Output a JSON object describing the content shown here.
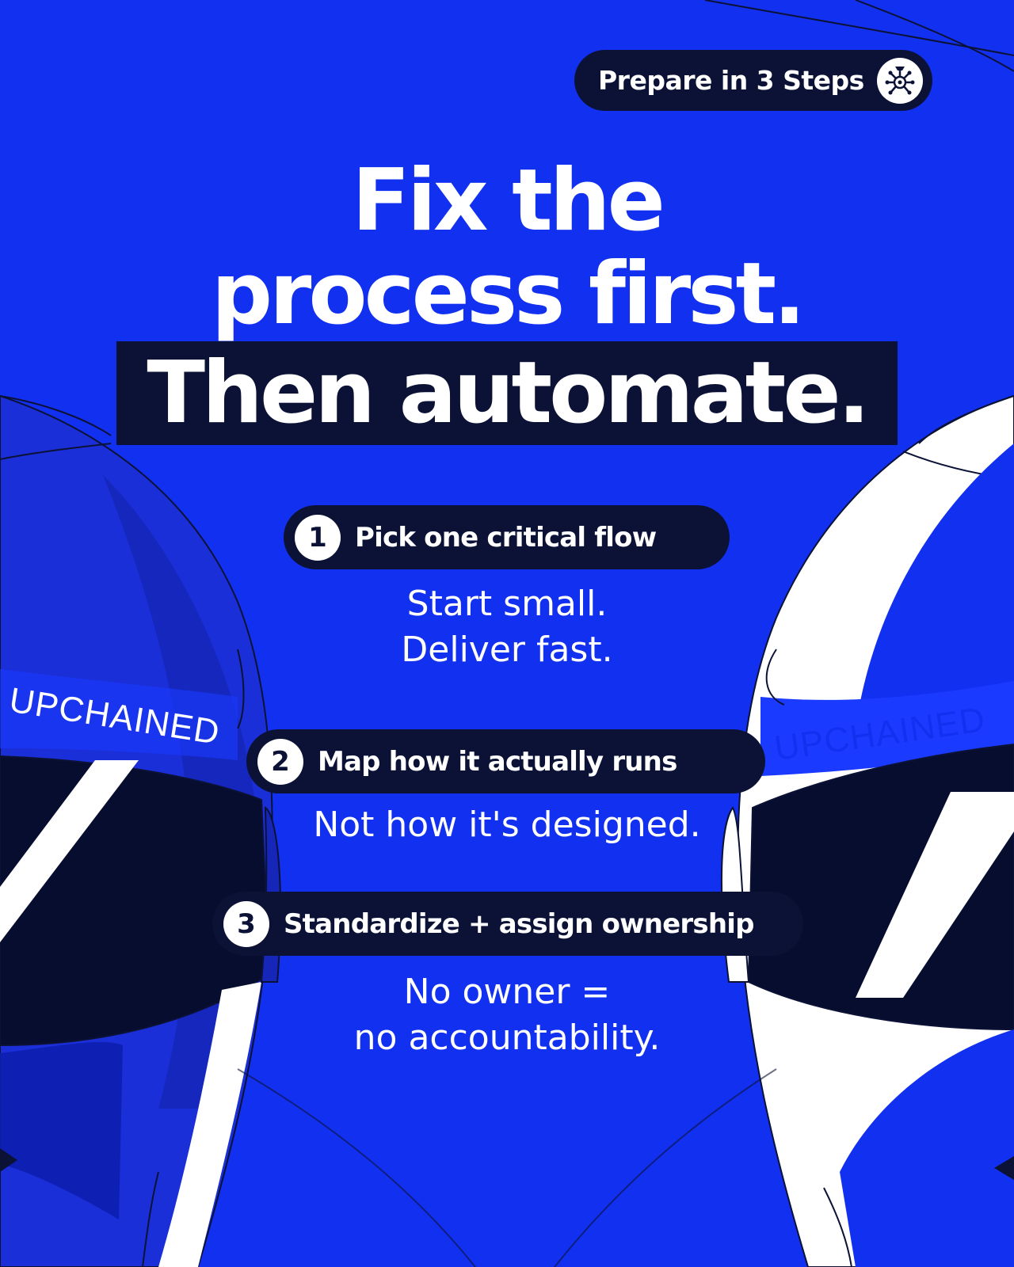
{
  "badge": {
    "label": "Prepare in 3 Steps",
    "icon": "network-hub-icon"
  },
  "headline": {
    "line1": "Fix the",
    "line2": "process first.",
    "line3": "Then automate."
  },
  "steps": [
    {
      "number": "1",
      "title": "Pick one critical flow",
      "description": [
        "Start small.",
        "Deliver fast."
      ]
    },
    {
      "number": "2",
      "title": "Map how it actually runs",
      "description": [
        "Not how it's designed."
      ]
    },
    {
      "number": "3",
      "title": "Standardize + assign ownership",
      "description": [
        "No owner =",
        "no accountability."
      ]
    }
  ],
  "brand_marks": {
    "left": "UPCHAINED",
    "right": "UPCHAINED"
  },
  "colors": {
    "background": "#1230f0",
    "dark": "#0b1236",
    "text": "#ffffff"
  }
}
